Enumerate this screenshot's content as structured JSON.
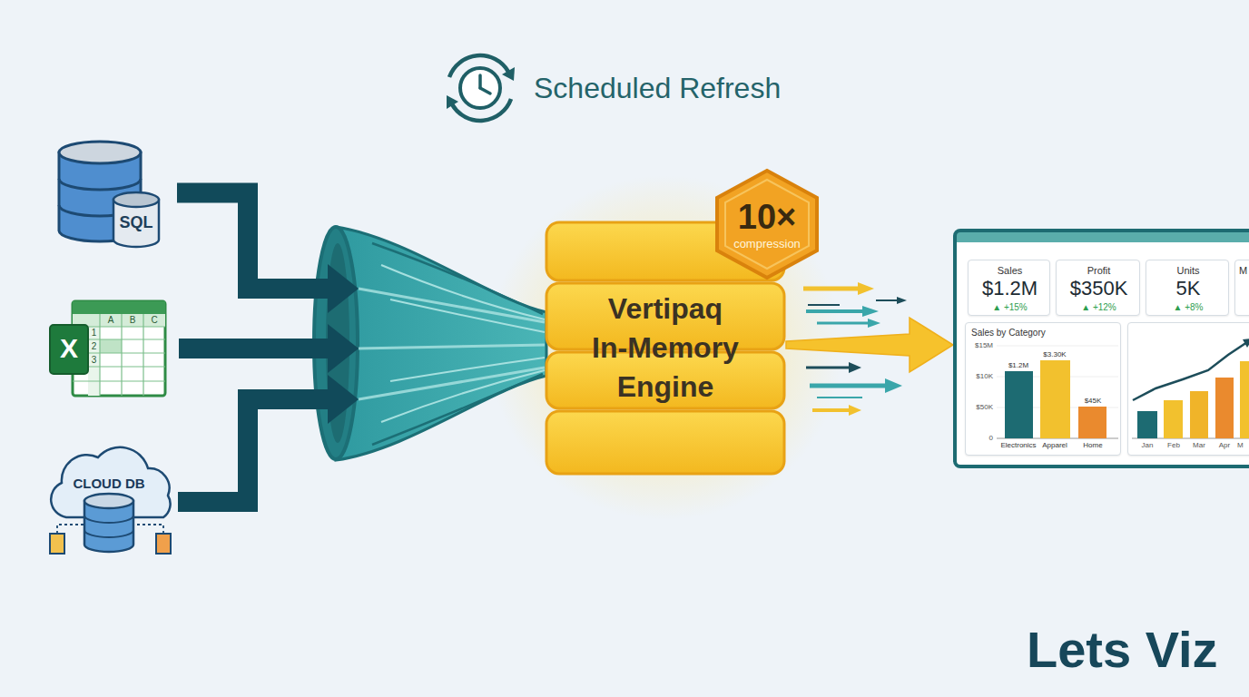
{
  "diagram": {
    "title": "Scheduled Refresh",
    "nodes": [
      {
        "text": [
          "SQL"
        ]
      },
      {
        "text": [
          "X",
          "A",
          "B",
          "C",
          "1",
          "2",
          "3"
        ]
      },
      {
        "text": [
          "CLOUD DB"
        ]
      },
      {
        "text": [
          "Vertipaq In-Memory Engine"
        ]
      },
      {
        "text": [
          "10×",
          "compression"
        ],
        "in": 3
      },
      {
        "text": []
      },
      {
        "text": [
          "Sales",
          "$1.2M",
          "▲ +15%"
        ],
        "in": 5
      },
      {
        "text": [
          "Profit",
          "$350K",
          "▲ +12%"
        ],
        "in": 5
      },
      {
        "text": [
          "Units",
          "5K",
          "▲ +8%"
        ],
        "in": 5
      },
      {
        "text": [
          "M"
        ],
        "in": 5
      },
      {
        "text": [
          "Sales by Category",
          "$15M",
          "$10K",
          "$50K",
          "0",
          "$1.2M",
          "$3.30K",
          "$45K",
          "Electronics",
          "Apparel",
          "Home"
        ],
        "in": 5
      },
      {
        "text": [
          "Jan",
          "Feb",
          "Mar",
          "Apr",
          "M"
        ],
        "in": 5
      }
    ],
    "edges": [
      {
        "from": 0,
        "to": 3,
        "arrow": "to"
      },
      {
        "from": 1,
        "to": 3,
        "arrow": "to"
      },
      {
        "from": 2,
        "to": 3,
        "arrow": "to"
      },
      {
        "from": 3,
        "to": 5,
        "arrow": "to"
      }
    ],
    "labels": [
      "Lets Viz"
    ]
  }
}
